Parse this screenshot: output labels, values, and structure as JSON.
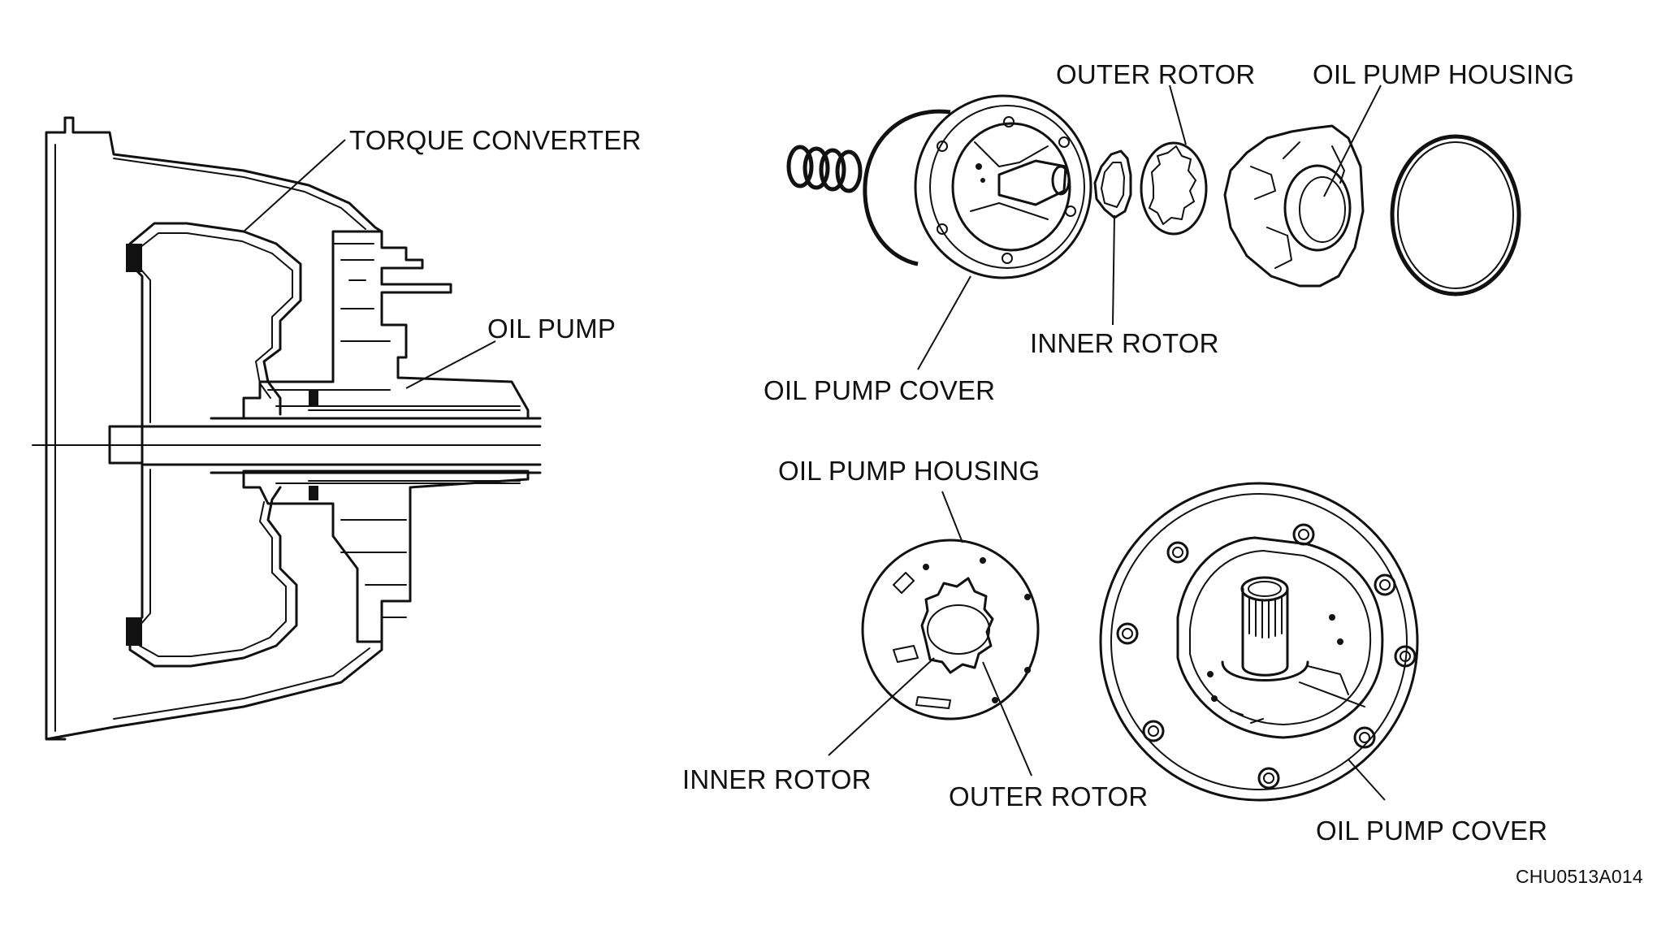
{
  "labels": {
    "torque_converter": "TORQUE CONVERTER",
    "oil_pump": "OIL PUMP",
    "outer_rotor_top": "OUTER ROTOR",
    "oil_pump_housing_top": "OIL PUMP HOUSING",
    "inner_rotor_top": "INNER ROTOR",
    "oil_pump_cover_top": "OIL PUMP COVER",
    "oil_pump_housing_bottom": "OIL PUMP HOUSING",
    "inner_rotor_bottom": "INNER ROTOR",
    "outer_rotor_bottom": "OUTER ROTOR",
    "oil_pump_cover_bottom": "OIL PUMP COVER"
  },
  "figure_code": "CHU0513A014"
}
